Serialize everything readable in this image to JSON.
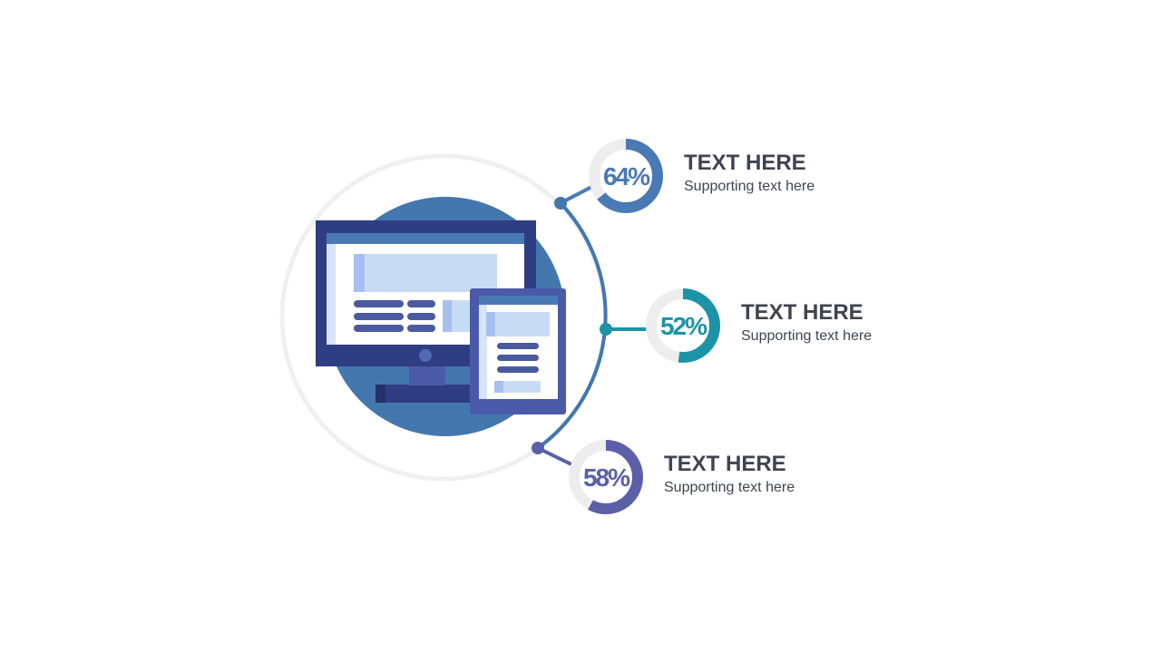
{
  "items": [
    {
      "title": "TEXT HERE",
      "subtitle": "Supporting text here",
      "percent_label": "64%",
      "value": 64,
      "color": "#4a7ab5"
    },
    {
      "title": "TEXT HERE",
      "subtitle": "Supporting text here",
      "percent_label": "52%",
      "value": 52,
      "color": "#1d93a8"
    },
    {
      "title": "TEXT HERE",
      "subtitle": "Supporting text here",
      "percent_label": "58%",
      "value": 58,
      "color": "#5b5fa8"
    }
  ],
  "colors": {
    "track": "#ededed",
    "big_ring": "#f0f0f0",
    "circle_fill": "#4377ae",
    "monitor_frame": "#2f3e82",
    "tablet_frame": "#4a5aa8",
    "screen_light": "#c7dcf4",
    "line_dark": "#4a5a9f"
  }
}
